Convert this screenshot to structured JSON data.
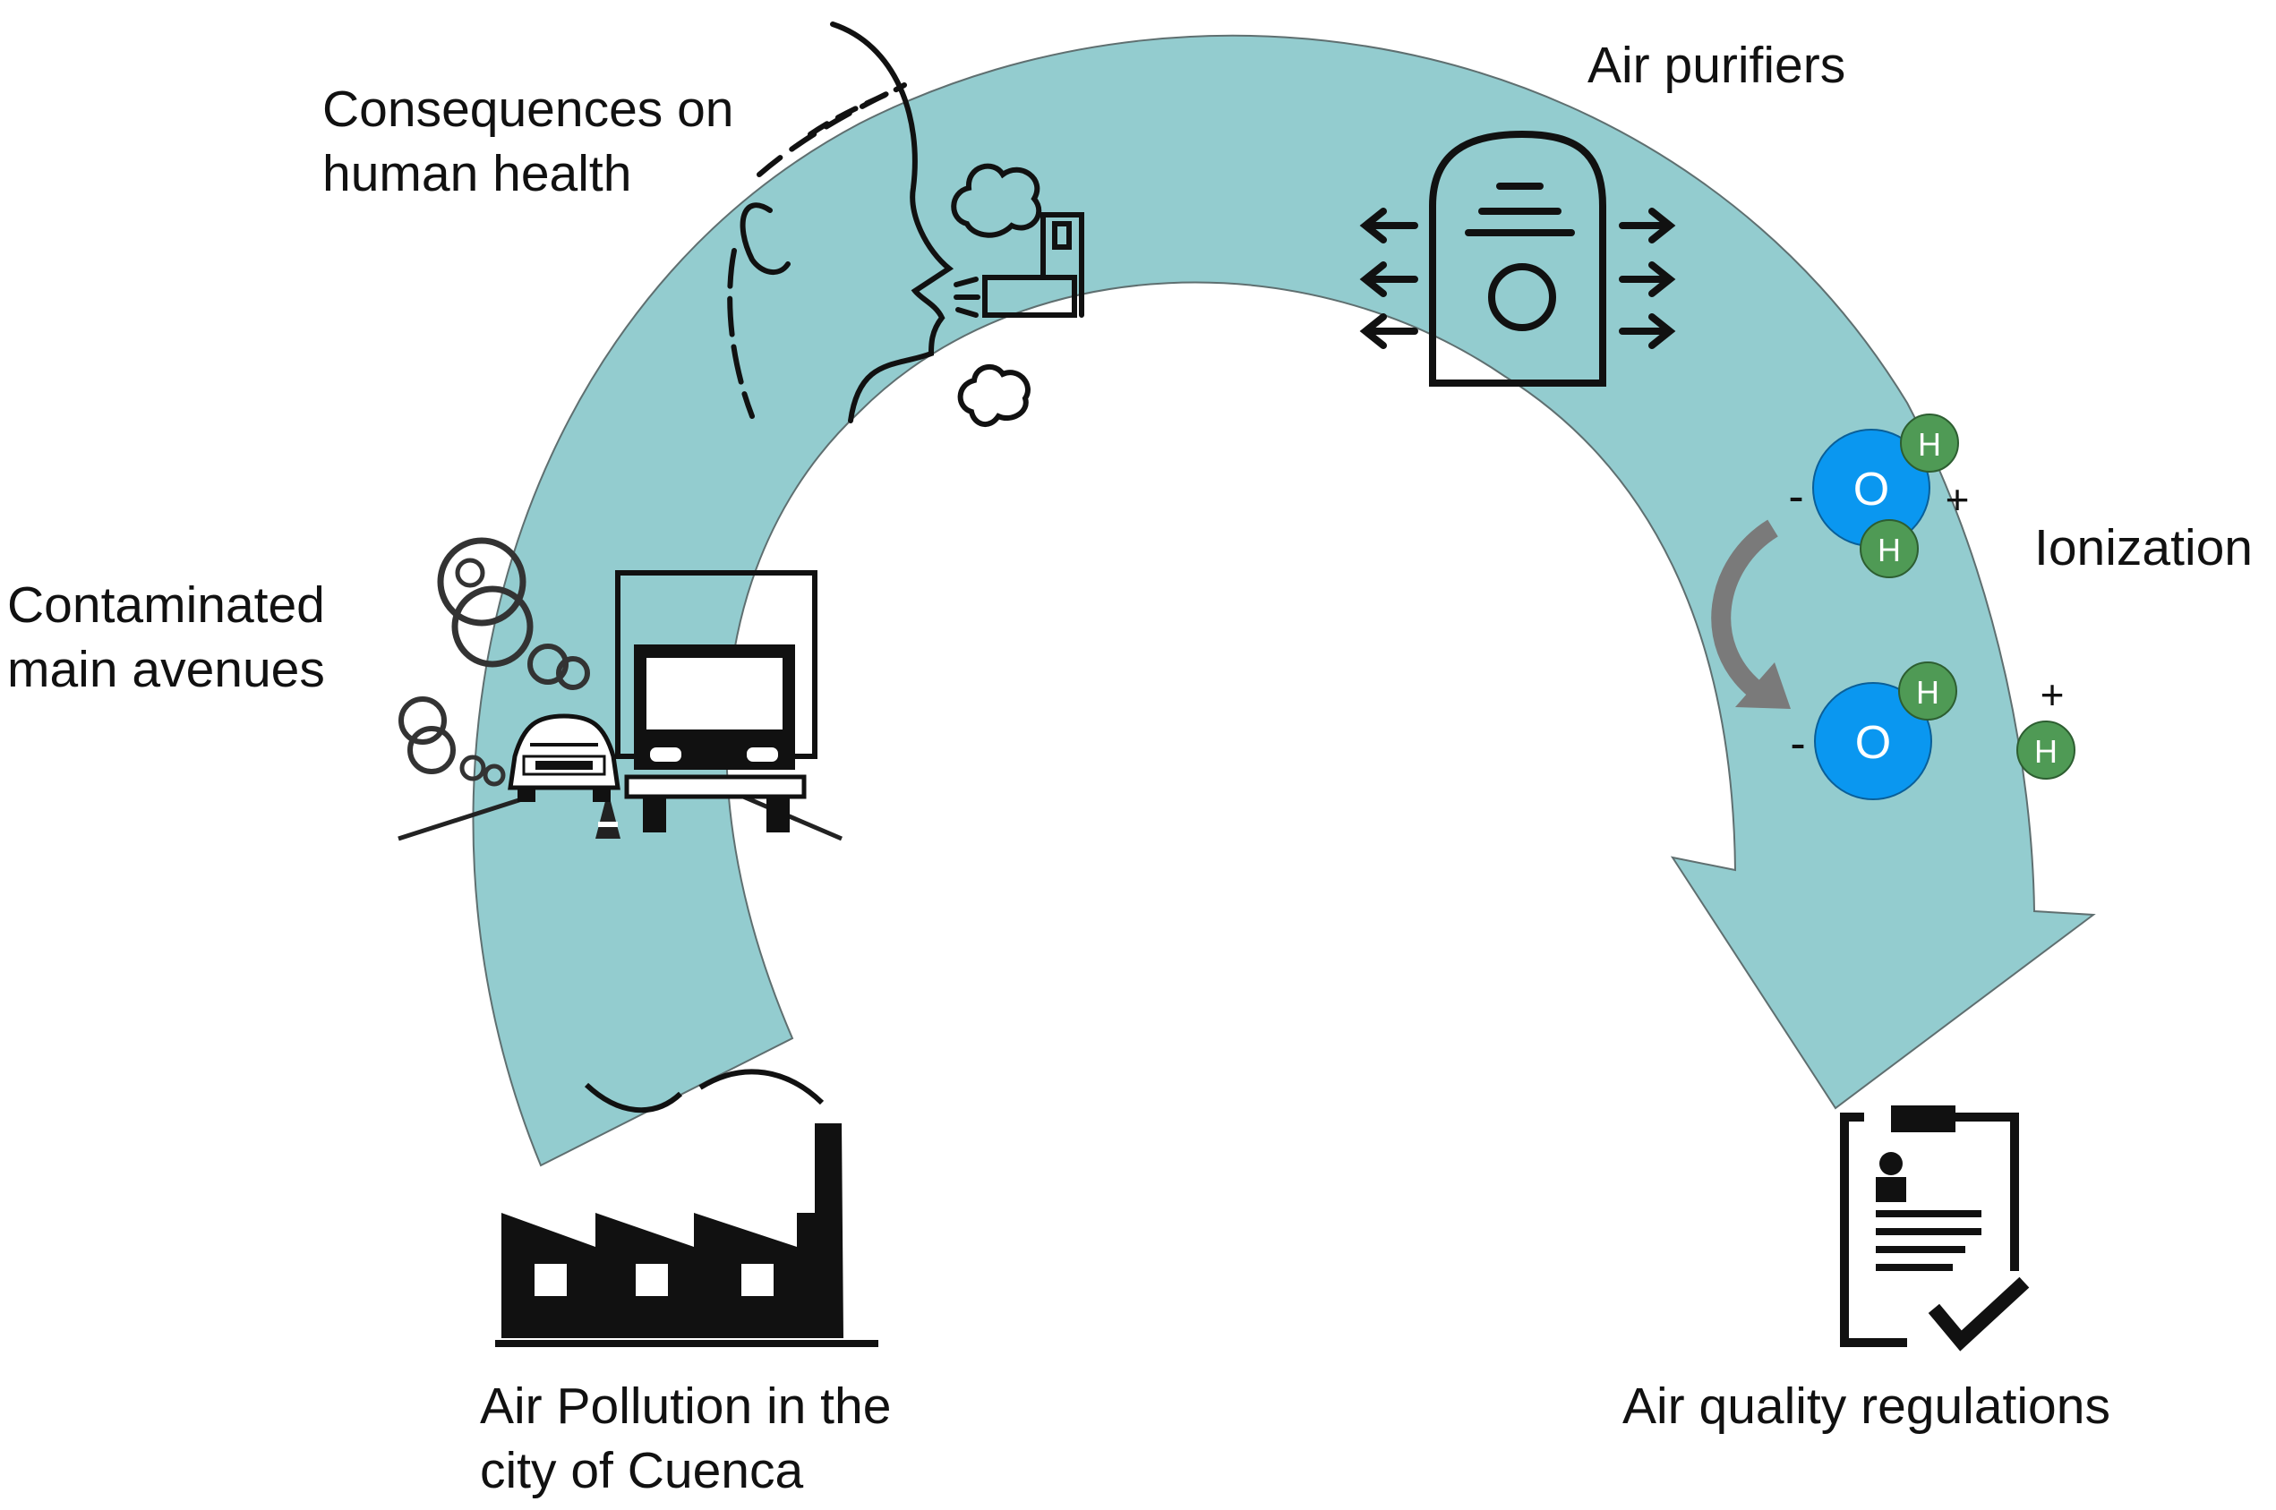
{
  "colors": {
    "arc_fill": "#93CCCF",
    "icon_stroke": "#111111",
    "oxygen": "#0A97F0",
    "hydrogen": "#4F9A55",
    "curved_arrow": "#7A7A7A"
  },
  "labels": {
    "air_pollution": [
      "Air Pollution in the",
      "city of Cuenca"
    ],
    "contaminated": [
      "Contaminated",
      "main avenues"
    ],
    "health": [
      "Consequences on",
      "human health"
    ],
    "purifiers": "Air purifiers",
    "ionization": "Ionization",
    "regulations": "Air quality regulations"
  },
  "ionization_diagram": {
    "oxygen_symbol": "O",
    "hydrogen_symbol": "H",
    "minus_sign": "-",
    "plus_sign": "+"
  }
}
